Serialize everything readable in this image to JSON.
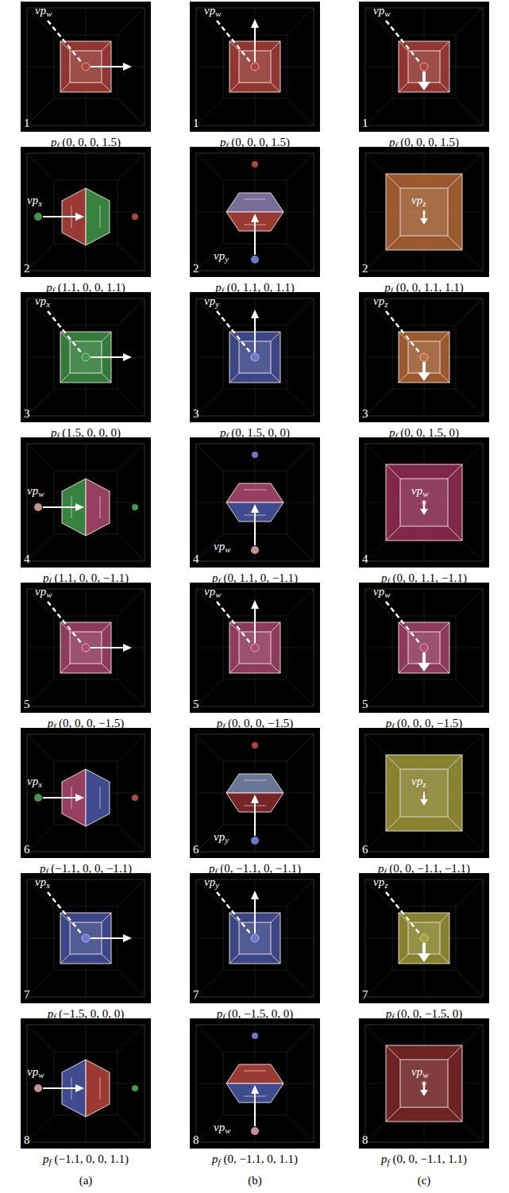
{
  "diagram": {
    "nodes": [
      {
        "text": [
          "vpw",
          "1",
          "pf (0, 0, 0, 1.5)"
        ]
      },
      {
        "text": [
          "vpw",
          "1",
          "pf (0, 0, 0, 1.5)"
        ]
      },
      {
        "text": [
          "vpw",
          "1",
          "pf (0, 0, 0, 1.5)"
        ]
      },
      {
        "text": [
          "vpx",
          "2",
          "pf (1.1, 0, 0, 1.1)"
        ]
      },
      {
        "text": [
          "vpy",
          "2",
          "pf (0, 1.1, 0, 1.1)"
        ]
      },
      {
        "text": [
          "vpz",
          "2",
          "pf (0, 0, 1.1, 1.1)"
        ]
      },
      {
        "text": [
          "vpx",
          "3",
          "pf (1.5, 0, 0, 0)"
        ]
      },
      {
        "text": [
          "vpy",
          "3",
          "pf (0, 1.5, 0, 0)"
        ]
      },
      {
        "text": [
          "vpz",
          "3",
          "pf (0, 0, 1.5, 0)"
        ]
      },
      {
        "text": [
          "vpw",
          "4",
          "pf (1.1, 0, 0, −1.1)"
        ]
      },
      {
        "text": [
          "vpw",
          "4",
          "pf (0, 1.1, 0, −1.1)"
        ]
      },
      {
        "text": [
          "vpw",
          "4",
          "pf (0, 0, 1.1, −1.1)"
        ]
      },
      {
        "text": [
          "vpw",
          "5",
          "pf (0, 0, 0, −1.5)"
        ]
      },
      {
        "text": [
          "vpw",
          "5",
          "pf (0, 0, 0, −1.5)"
        ]
      },
      {
        "text": [
          "vpw",
          "5",
          "pf (0, 0, 0, −1.5)"
        ]
      },
      {
        "text": [
          "vpx",
          "6",
          "pf (−1.1, 0, 0, −1.1)"
        ]
      },
      {
        "text": [
          "vpy",
          "6",
          "pf (0, −1.1, 0, −1.1)"
        ]
      },
      {
        "text": [
          "vpz",
          "6",
          "pf (0, 0, −1.1, −1.1)"
        ]
      },
      {
        "text": [
          "vpx",
          "7",
          "pf (−1.5, 0, 0, 0)"
        ]
      },
      {
        "text": [
          "vpy",
          "7",
          "pf (0, −1.5, 0, 0)"
        ]
      },
      {
        "text": [
          "vpz",
          "7",
          "pf (0, 0, −1.5, 0)"
        ]
      },
      {
        "text": [
          "vpw",
          "8",
          "pf (−1.1, 0, 0, 1.1)"
        ]
      },
      {
        "text": [
          "vpw",
          "8",
          "pf (0, −1.1, 0, 1.1)"
        ]
      },
      {
        "text": [
          "vpw",
          "8",
          "pf (0, 0, −1.1, 1.1)"
        ]
      }
    ],
    "labels": [
      "(a)",
      "(b)",
      "(c)"
    ]
  }
}
